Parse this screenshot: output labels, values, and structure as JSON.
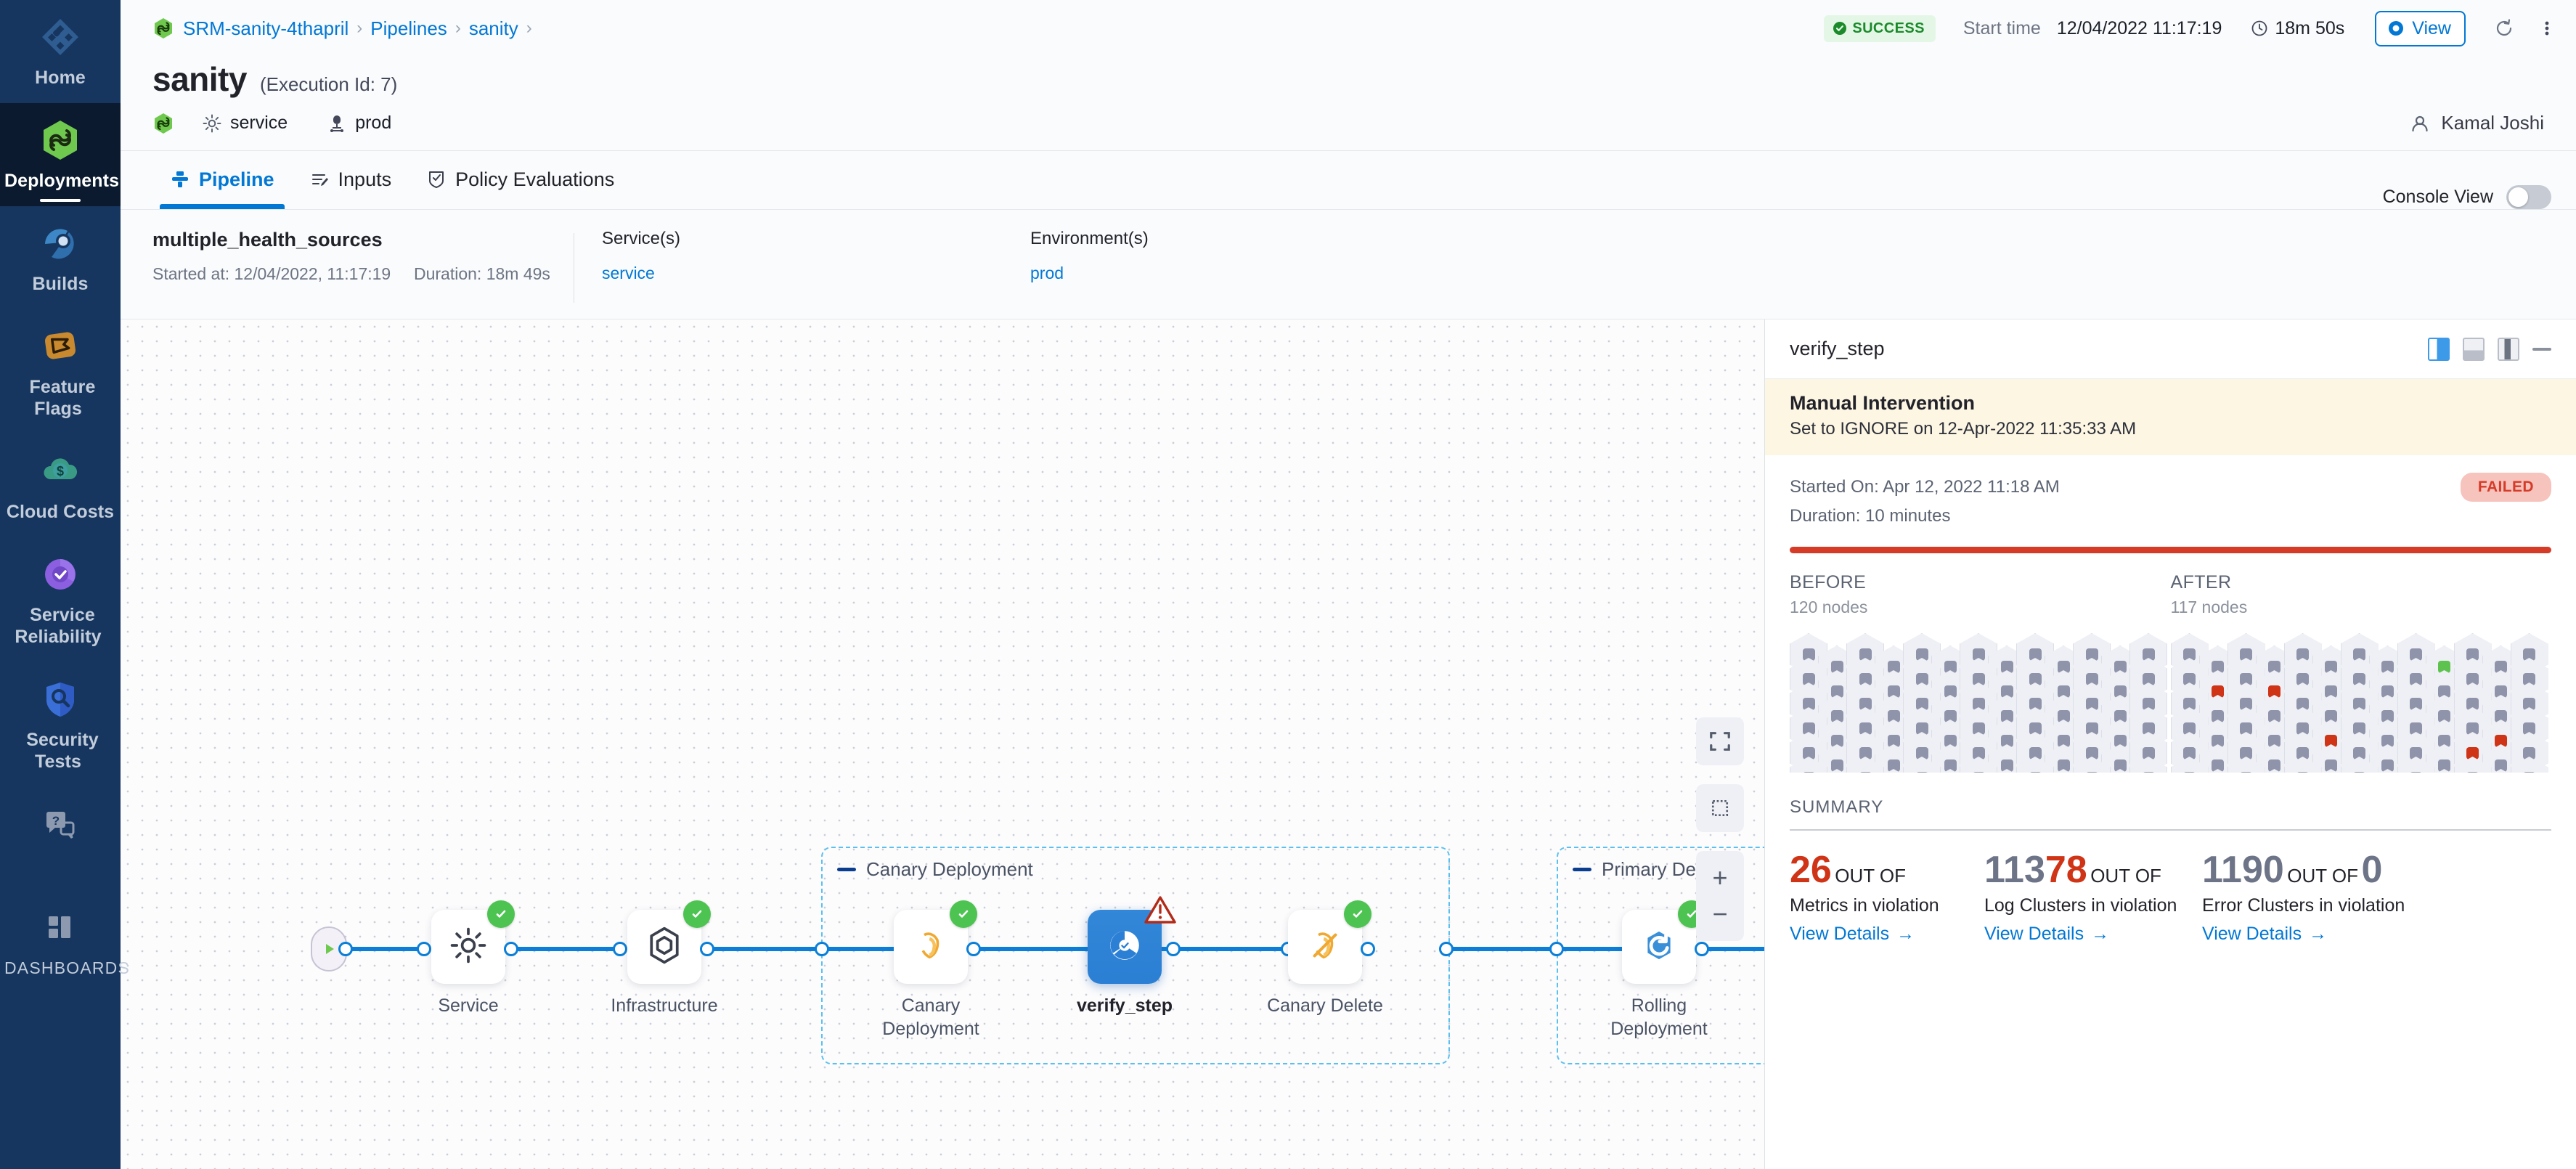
{
  "sidebar": {
    "items": [
      {
        "label": "Home",
        "icon": "home-grid-icon",
        "active": false
      },
      {
        "label": "Deployments",
        "icon": "deployments-infinity-icon",
        "active": true
      },
      {
        "label": "Builds",
        "icon": "builds-icon",
        "active": false
      },
      {
        "label": "Feature Flags",
        "icon": "feature-flags-icon",
        "active": false
      },
      {
        "label": "Cloud Costs",
        "icon": "cloud-costs-icon",
        "active": false
      },
      {
        "label": "Service Reliability",
        "icon": "service-reliability-icon",
        "active": false
      },
      {
        "label": "Security Tests",
        "icon": "security-tests-shield-icon",
        "active": false
      },
      {
        "label": "",
        "icon": "help-chat-icon",
        "active": false
      },
      {
        "label": "DASHBOARDS",
        "icon": "dashboards-grid-icon",
        "active": false
      }
    ]
  },
  "breadcrumb": {
    "project_icon": "deployments-infinity-icon",
    "items": [
      "SRM-sanity-4thapril",
      "Pipelines",
      "sanity"
    ],
    "separator": "›"
  },
  "execution_header": {
    "status_badge": "SUCCESS",
    "status_icon": "check-circle-icon",
    "start_time_label": "Start time",
    "start_time_value": "12/04/2022 11:17:19",
    "duration_icon": "clock-icon",
    "duration": "18m 50s",
    "view_button": "View",
    "view_icon": "eye-icon",
    "refresh_icon": "refresh-icon",
    "more_icon": "more-vertical-icon"
  },
  "title": {
    "name": "sanity",
    "execution_id": "(Execution Id: 7)",
    "service_icon": "gear-icon",
    "service": "service",
    "environment_icon": "environment-icon",
    "environment": "prod",
    "user_icon": "user-avatar-icon",
    "user": "Kamal Joshi"
  },
  "tabs": [
    {
      "label": "Pipeline",
      "icon": "pipeline-icon",
      "active": true
    },
    {
      "label": "Inputs",
      "icon": "inputs-icon",
      "active": false
    },
    {
      "label": "Policy Evaluations",
      "icon": "policy-shield-icon",
      "active": false
    }
  ],
  "console_view": {
    "label": "Console View",
    "enabled": false
  },
  "exec_summary": {
    "stage_name": "multiple_health_sources",
    "started_at": "Started at: 12/04/2022, 11:17:19",
    "duration": "Duration: 18m 49s",
    "services_label": "Service(s)",
    "services_value": "service",
    "environments_label": "Environment(s)",
    "environments_value": "prod"
  },
  "canvas": {
    "controls": [
      {
        "name": "fit-to-screen-icon"
      },
      {
        "name": "select-region-icon"
      },
      {
        "name": "zoom-in-icon",
        "label": "+"
      },
      {
        "name": "zoom-out-icon",
        "label": "−"
      }
    ],
    "groups": [
      {
        "label": "Canary Deployment"
      },
      {
        "label": "Primary Deploy..."
      }
    ],
    "nodes": [
      {
        "label": "Service",
        "icon": "gear-icon",
        "status": "success",
        "selected": false
      },
      {
        "label": "Infrastructure",
        "icon": "infrastructure-hex-icon",
        "status": "success",
        "selected": false
      },
      {
        "label": "Canary Deployment",
        "icon": "canary-bird-icon",
        "status": "success",
        "selected": false
      },
      {
        "label": "verify_step",
        "icon": "verify-icon",
        "status": "warning",
        "selected": true
      },
      {
        "label": "Canary Delete",
        "icon": "canary-delete-icon",
        "status": "success",
        "selected": false
      },
      {
        "label": "Rolling Deployment",
        "icon": "rolling-deployment-icon",
        "status": "success",
        "selected": false
      }
    ]
  },
  "details": {
    "title": "verify_step",
    "layout_icons": [
      "panel-right-icon",
      "panel-bottom-icon",
      "panel-float-icon",
      "minimize-icon"
    ],
    "intervention": {
      "heading": "Manual Intervention",
      "text": "Set to IGNORE on 12-Apr-2022 11:35:33 AM"
    },
    "started_on": "Started On: Apr 12, 2022 11:18 AM",
    "duration": "Duration: 10 minutes",
    "status_pill": "FAILED",
    "before": {
      "title": "BEFORE",
      "nodes": "120 nodes"
    },
    "after": {
      "title": "AFTER",
      "nodes": "117 nodes"
    },
    "summary_label": "SUMMARY",
    "stats": [
      {
        "value": "26",
        "value_color": "red",
        "out_of_label": "OUT OF",
        "total": "113",
        "total_color": "gray",
        "description": "Metrics in violation",
        "link": "View Details",
        "link_arrow": "→"
      },
      {
        "value": "78",
        "value_color": "red",
        "out_of_label": "OUT OF",
        "total": "1190",
        "total_color": "gray",
        "description": "Log Clusters in violation",
        "link": "View Details",
        "link_arrow": "→"
      },
      {
        "value": "0",
        "value_color": "gray",
        "out_of_label": "OUT OF",
        "total": "",
        "total_color": "gray",
        "description": "Error Clusters in violation",
        "link": "View Details",
        "link_arrow": "→"
      }
    ]
  },
  "colors": {
    "accent": "#0278d5",
    "success": "#4dc352",
    "failure": "#cf3417",
    "sidebar": "#16365f",
    "warning_bg": "#fdf6e3"
  }
}
